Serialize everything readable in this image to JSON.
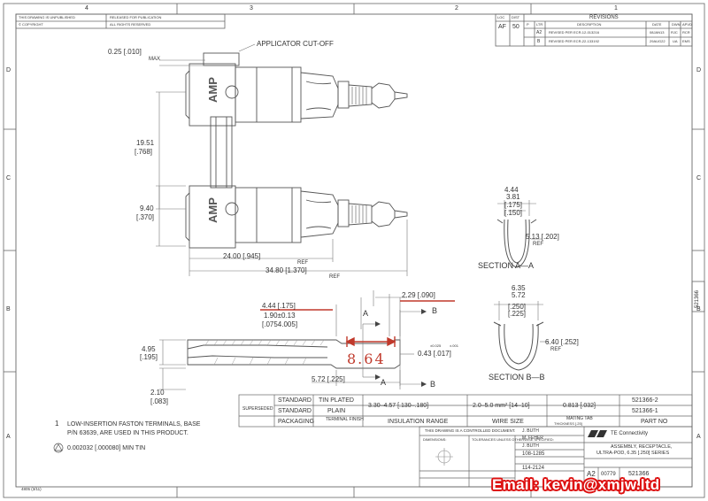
{
  "border": {
    "zones_top": [
      "4",
      "3",
      "2",
      "1"
    ],
    "zones_side": [
      "D",
      "C",
      "B",
      "A"
    ]
  },
  "header": {
    "left_top_1": "THIS DRAWING IS UNPUBLISHED",
    "left_top_2": "RELEASED FOR PUBLICATION",
    "left_top_3": "ALL RIGHTS RESERVED",
    "copyright": "© COPYRIGHT"
  },
  "revisions": {
    "title": "REVISIONS",
    "loc": "LOC",
    "dist": "DIST",
    "loc_val": "AF",
    "dist_val": "50",
    "cols": [
      "P",
      "LTR",
      "DESCRIPTION",
      "DATE",
      "DWN",
      "APVD"
    ],
    "rows": [
      {
        "ltr": "A2",
        "desc": "REVISED PER ECR-12-013216",
        "date": "08JAN13",
        "dwn": "RJC",
        "apvd": "RCR"
      },
      {
        "ltr": "B",
        "desc": "REVISED PER ECR-22-133192",
        "date": "29AUG22",
        "dwn": "UA",
        "apvd": "EMS"
      }
    ]
  },
  "side_number": "521366",
  "views": {
    "applicator": "APPLICATOR CUT-OFF",
    "dim_025": "0.25 [.010]",
    "dim_025_max": "MAX",
    "dim_1951": "19.51",
    "dim_1951_in": "[.768]",
    "dim_940": "9.40",
    "dim_940_in": "[.370]",
    "dim_2400": "24.00 [.945]",
    "dim_2400_ref": "REF",
    "dim_3480": "34.80 [1.370]",
    "dim_3480_ref": "REF",
    "amp": "AMP",
    "dim_444": "4.44",
    "dim_381": "3.81",
    "dim_175": "[.175]",
    "dim_150": "[.150]",
    "dim_513": "5.13 [.202]",
    "dim_513_ref": "REF",
    "section_aa": "SECTION A—A",
    "dim_635": "6.35",
    "dim_572s": "5.72",
    "dim_250": "[.250]",
    "dim_225s": "[.225]",
    "dim_640": "6.40 [.252]",
    "dim_640_ref": "REF",
    "section_bb": "SECTION B—B",
    "dim_444b": "4.44 [.175]",
    "dim_190": "1.90±0.13",
    "dim_075": "[.0754.005]",
    "dim_229": "2.29 [.090]",
    "label_a": "A",
    "label_b": "B",
    "dim_495": "4.95",
    "dim_195": "[.195]",
    "dim_864": "8.64",
    "tol_1": "±0.025",
    "tol_2": "±.001",
    "dim_043": "0.43 [.017]",
    "dim_572": "5.72 [.225]",
    "dim_210": "2.10",
    "dim_083": "[.083]"
  },
  "spec_table": {
    "superseded": "SUPERSEDED",
    "rows": [
      {
        "label": "STANDARD",
        "finish": "TIN PLATED",
        "ins": "3.30–4.57 [.130–.180]",
        "wire": "2.0–5.0 mm² [14–10]",
        "tab": "0.813 [.032]",
        "part": "521366-2"
      },
      {
        "label": "STANDARD",
        "finish": "PLAIN",
        "ins": "",
        "wire": "",
        "tab": "",
        "part": "521366-1"
      }
    ],
    "footer": {
      "packaging": "PACKAGING",
      "terminal_finish": "TERMINAL FINISH",
      "insulation": "INSULATION RANGE",
      "wire": "WIRE SIZE",
      "mating": "MATING TAB",
      "mating_sub": "THICKNESS [.25]",
      "part_no": "PART NO"
    }
  },
  "notes": {
    "n1_num": "1",
    "n1_line1": "LOW-INSERTION FASTON TERMINALS, BASE",
    "n1_line2": "P/N 63639, ARE USED IN THIS PRODUCT.",
    "n2": "0.002032 [.000080] MIN TIN"
  },
  "title_block": {
    "controlled": "THIS DRAWING IS A CONTROLLED DOCUMENT.",
    "dwn": "J. BUTH",
    "chk": "M. FEHER",
    "appvd": "J. BUTH",
    "doc1": "108-1285",
    "doc2": "114-2124",
    "company": "TE Connectivity",
    "logo": "TE",
    "title_1": "ASSEMBLY, RECEPTACLE,",
    "title_2": "ULTRA-POD, 6.35 [.250] SERIES",
    "size": "A2",
    "cage": "00779",
    "dwg_no": "521366",
    "label_dimensions": "DIMENSIONS:",
    "label_tolerances": "TOLERANCES UNLESS OTHERWISE SPECIFIED:"
  },
  "footer_code": "4805 (3/11)",
  "email": "Email: kevin@xmjw.ltd"
}
